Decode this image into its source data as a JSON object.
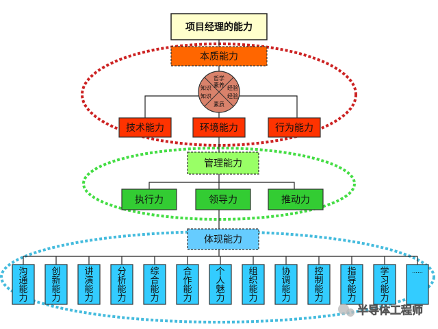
{
  "title": "项目经理的能力",
  "essence": {
    "label": "本质能力",
    "core_words": [
      "哲学",
      "素养",
      "知识",
      "知识",
      "经验",
      "经验",
      "素质"
    ],
    "children": [
      "技术能力",
      "环境能力",
      "行为能力"
    ]
  },
  "management": {
    "label": "管理能力",
    "children": [
      "执行力",
      "领导力",
      "推动力"
    ]
  },
  "embodiment": {
    "label": "体现能力",
    "children": [
      "沟通能力",
      "创新能力",
      "讲演能力",
      "分析能力",
      "综合能力",
      "合作能力",
      "个人魅力",
      "组织能力",
      "协调能力",
      "控制能力",
      "指导能力",
      "学习能力",
      "……"
    ]
  },
  "watermark": "半导体工程师",
  "colors": {
    "title_bg": "#ffffcc",
    "essence_label": "#ff6600",
    "essence_child": "#ff3300",
    "core_circle": "#d9826b",
    "management_label": "#99ff66",
    "management_child": "#33cc33",
    "embodiment_label": "#66ccff",
    "embodiment_child": "#33ccff",
    "ellipse_red": "#cc2222",
    "ellipse_green": "#44dd44",
    "ellipse_blue": "#44bbdd"
  }
}
